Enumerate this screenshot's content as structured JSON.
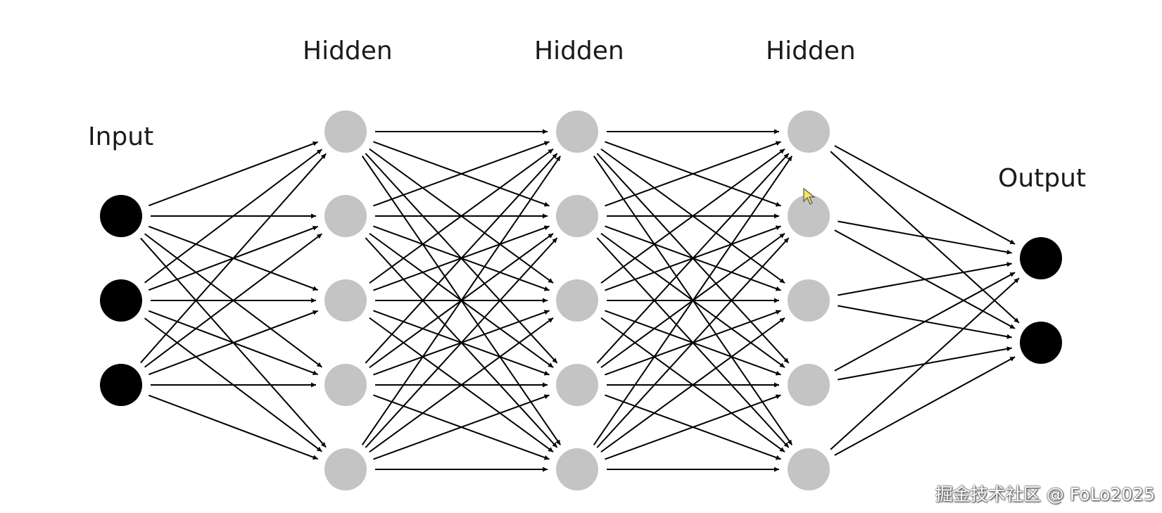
{
  "diagram": {
    "layers": [
      {
        "label": "Input",
        "role": "input",
        "nodes": 3
      },
      {
        "label": "Hidden",
        "role": "hidden",
        "nodes": 5
      },
      {
        "label": "Hidden",
        "role": "hidden",
        "nodes": 5
      },
      {
        "label": "Hidden",
        "role": "hidden",
        "nodes": 5
      },
      {
        "label": "Output",
        "role": "output",
        "nodes": 2
      }
    ],
    "connectivity": "fully-connected",
    "node_colors": {
      "input": "#000000",
      "hidden": "#c4c4c4",
      "output": "#000000"
    },
    "edge_color": "#000000"
  },
  "watermark": "掘金技术社区 @ FoLo2025",
  "cursor_icon": "mouse-pointer-icon"
}
